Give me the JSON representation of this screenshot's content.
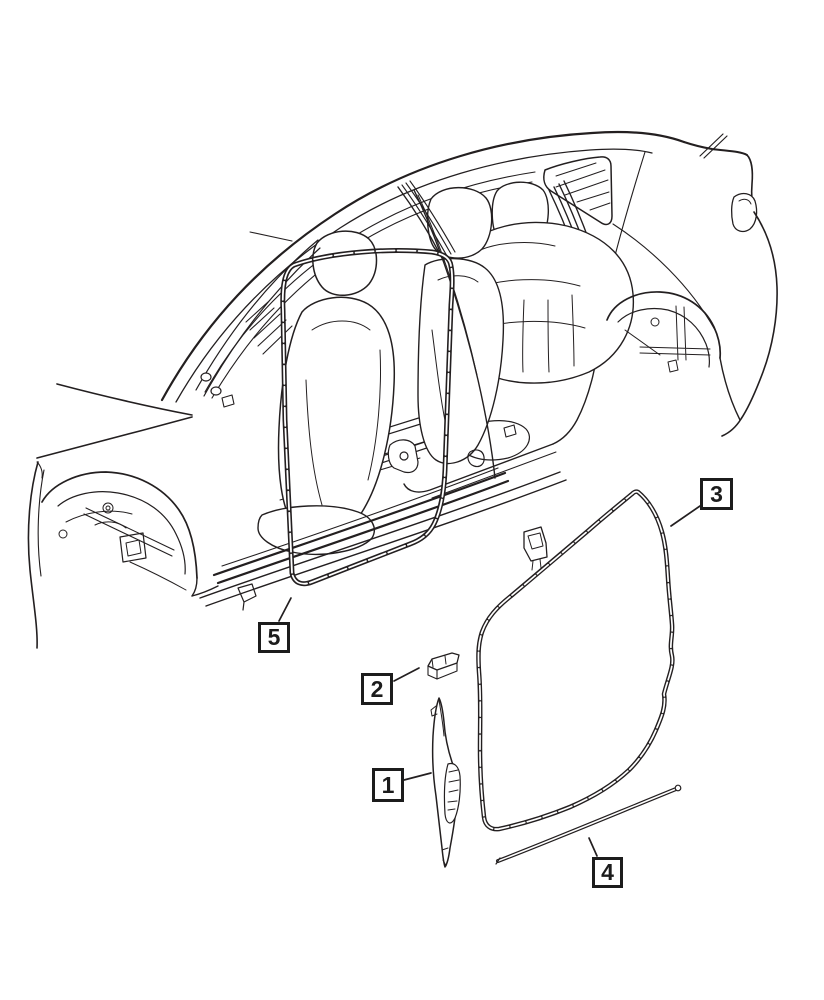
{
  "colors": {
    "background": "#ffffff",
    "line": "#231f20"
  },
  "callouts": [
    {
      "label": "1"
    },
    {
      "label": "2"
    },
    {
      "label": "3"
    },
    {
      "label": "4"
    },
    {
      "label": "5"
    }
  ]
}
